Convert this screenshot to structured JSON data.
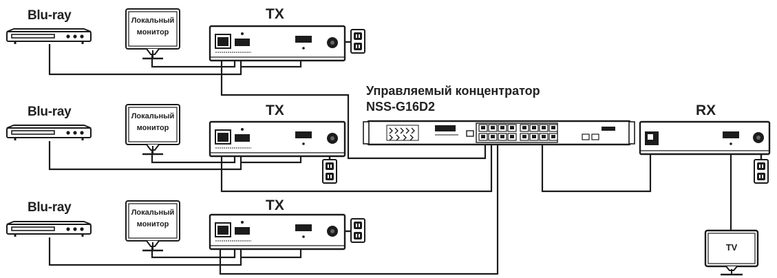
{
  "labels": {
    "source": "Blu-ray",
    "transmitter": "TX",
    "receiver": "RX",
    "monitor_line1": "Локальный",
    "monitor_line2": "монитор",
    "switch_line1": "Управляемый концентратор",
    "switch_line2": "NSS-G16D2",
    "display": "TV"
  },
  "colors": {
    "line": "#1a1a1a",
    "device_fill": "#ffffff",
    "dark": "#1c1c1c",
    "text": "#222222"
  },
  "icons": [
    "blu-ray-player-icon",
    "monitor-icon",
    "transmitter-icon",
    "power-outlet-icon",
    "network-switch-icon",
    "receiver-icon",
    "tv-icon"
  ]
}
